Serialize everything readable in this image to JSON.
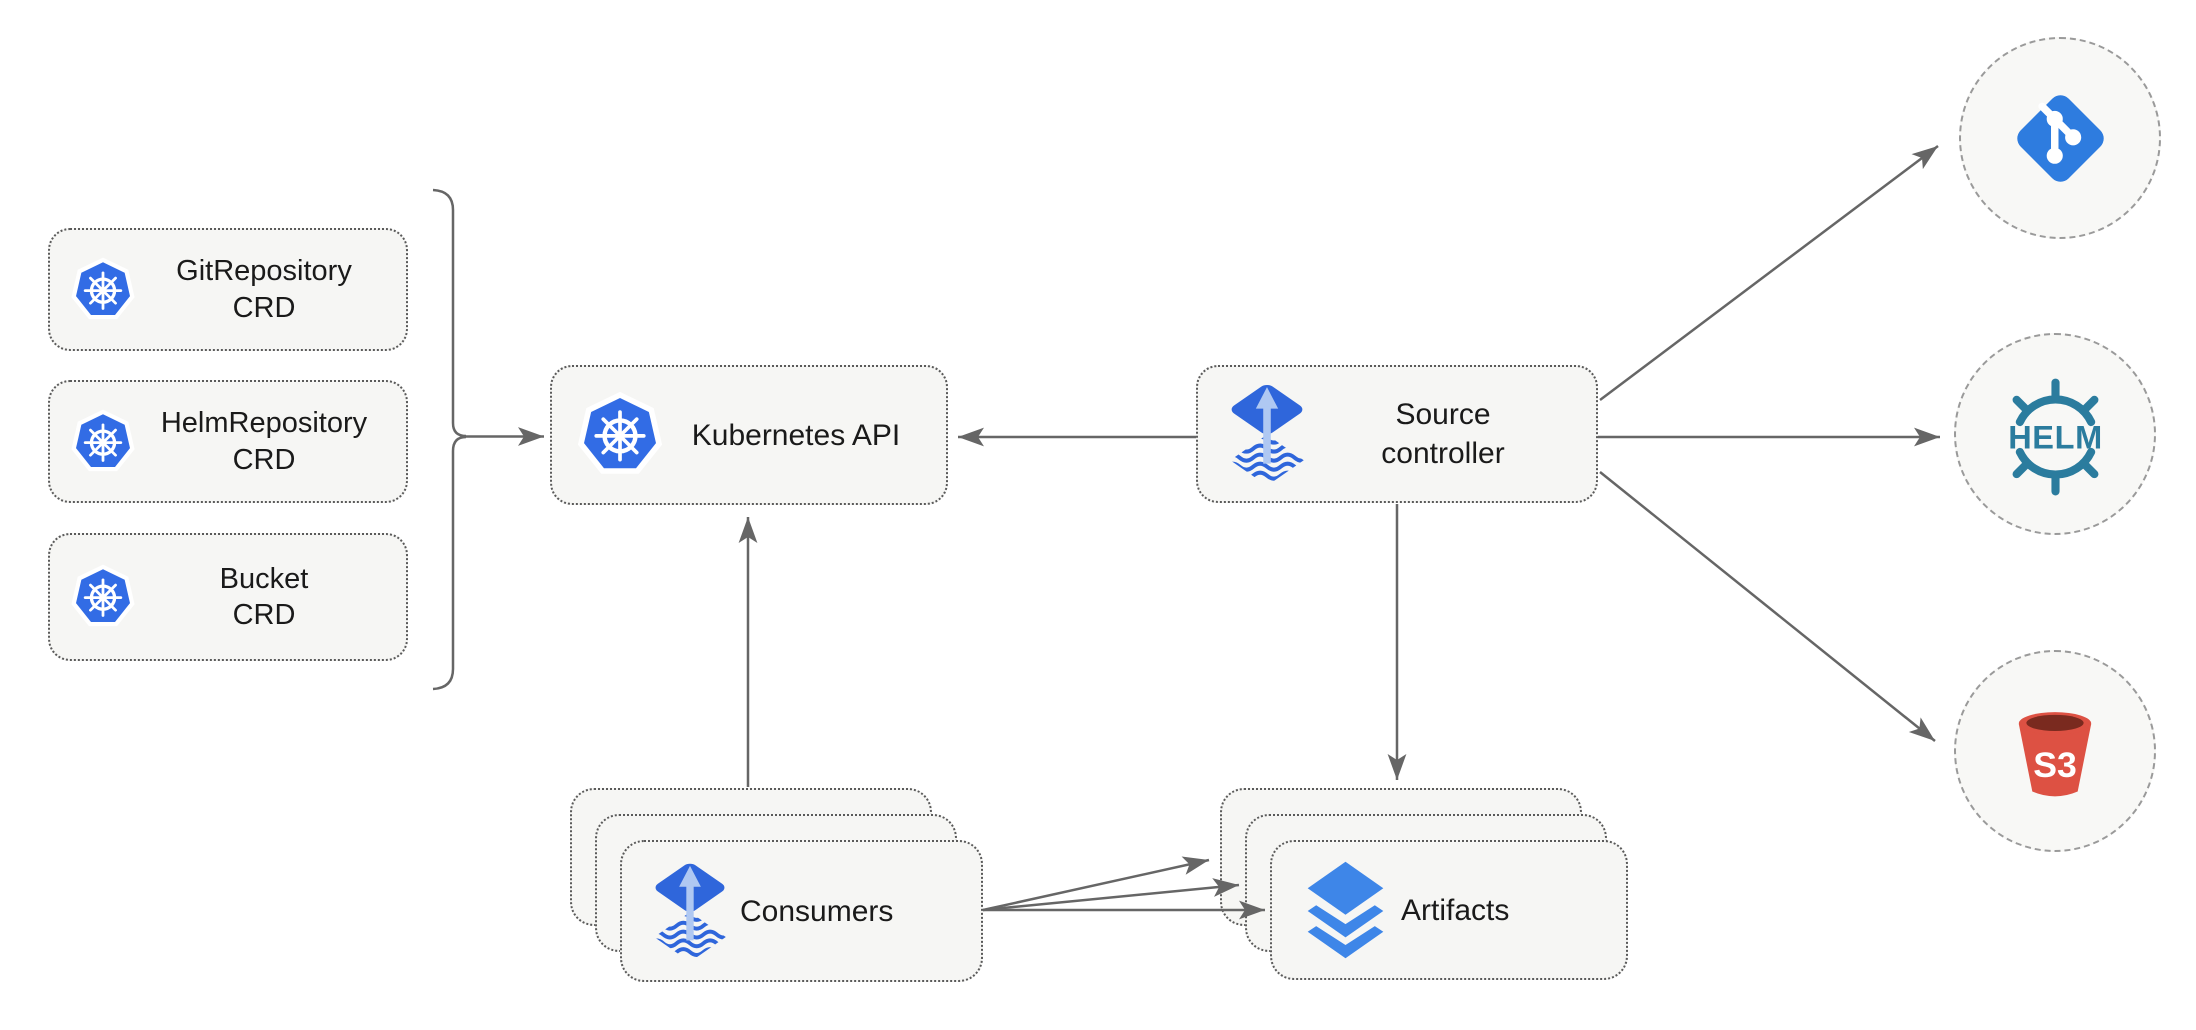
{
  "diagram": {
    "crd_boxes": [
      {
        "id": "gitrepository-crd",
        "line1": "GitRepository",
        "line2": "CRD",
        "icon": "kubernetes-icon"
      },
      {
        "id": "helmrepository-crd",
        "line1": "HelmRepository",
        "line2": "CRD",
        "icon": "kubernetes-icon"
      },
      {
        "id": "bucket-crd",
        "line1": "Bucket",
        "line2": "CRD",
        "icon": "kubernetes-icon"
      }
    ],
    "kubernetes_api": {
      "label": "Kubernetes API",
      "icon": "kubernetes-icon"
    },
    "source_controller": {
      "line1": "Source",
      "line2": "controller",
      "icon": "flux-icon"
    },
    "consumers": {
      "label": "Consumers",
      "icon": "flux-icon",
      "stack_count": 3
    },
    "artifacts": {
      "label": "Artifacts",
      "icon": "layers-icon",
      "stack_count": 3
    },
    "external_sources": {
      "git": {
        "icon": "git-icon"
      },
      "helm": {
        "icon": "helm-icon",
        "label": "HELM"
      },
      "s3": {
        "icon": "s3-bucket-icon",
        "label": "S3"
      }
    },
    "colors": {
      "kubernetes_blue": "#326CE5",
      "flux_blue": "#2F66DB",
      "flux_arrow_light_blue": "#AFC8F2",
      "git_blue": "#2E7CDF",
      "helm_teal": "#2B7C9E",
      "s3_red": "#DD5143",
      "s3_dark_red": "#7A2A1F",
      "layers_blue": "#3E86E8",
      "connector_gray": "#666666",
      "node_fill": "#F6F6F4",
      "node_border": "#5A5A5A",
      "circle_border": "#9A9A9A"
    }
  }
}
